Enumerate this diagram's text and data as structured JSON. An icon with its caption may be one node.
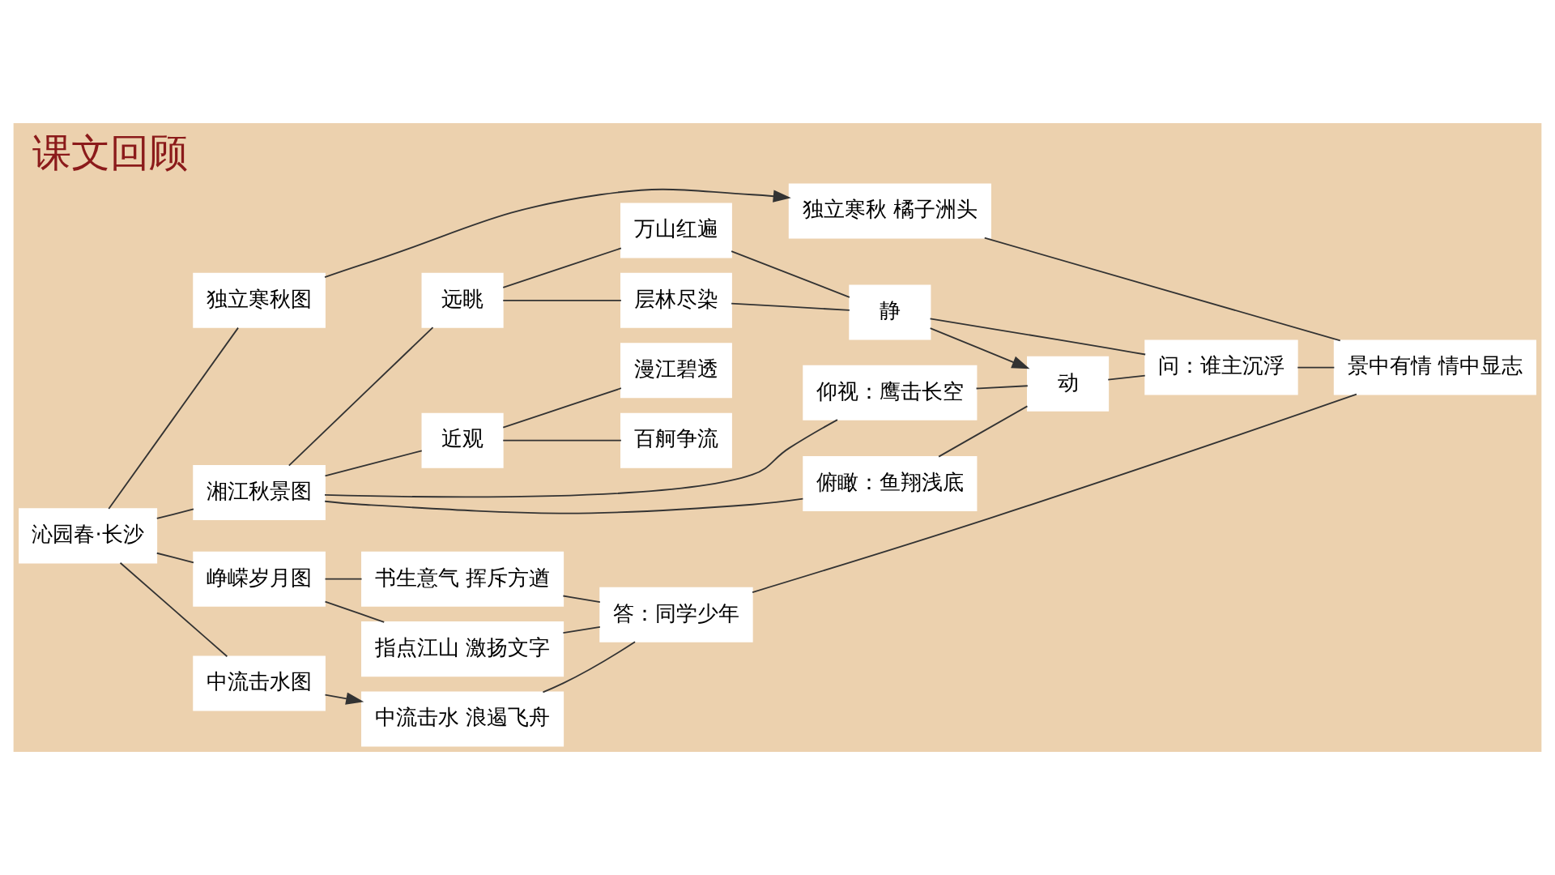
{
  "diagram": {
    "title": "课文回顾",
    "nodes": [
      {
        "text": [
          "沁园春·长沙"
        ]
      },
      {
        "text": [
          "独立寒秋图"
        ]
      },
      {
        "text": [
          "独立寒秋 橘子洲头"
        ]
      },
      {
        "text": [
          "湘江秋景图"
        ]
      },
      {
        "text": [
          "远眺"
        ]
      },
      {
        "text": [
          "万山红遍"
        ]
      },
      {
        "text": [
          "层林尽染"
        ]
      },
      {
        "text": [
          "近观"
        ]
      },
      {
        "text": [
          "漫江碧透"
        ]
      },
      {
        "text": [
          "百舸争流"
        ]
      },
      {
        "text": [
          "仰视：鹰击长空"
        ]
      },
      {
        "text": [
          "俯瞰：鱼翔浅底"
        ]
      },
      {
        "text": [
          "静"
        ]
      },
      {
        "text": [
          "动"
        ]
      },
      {
        "text": [
          "问：谁主沉浮"
        ]
      },
      {
        "text": [
          "峥嵘岁月图"
        ]
      },
      {
        "text": [
          "书生意气 挥斥方遒"
        ]
      },
      {
        "text": [
          "指点江山 激扬文字"
        ]
      },
      {
        "text": [
          "中流击水图"
        ]
      },
      {
        "text": [
          "中流击水 浪遏飞舟"
        ]
      },
      {
        "text": [
          "答：同学少年"
        ]
      },
      {
        "text": [
          "景中有情 情中显志"
        ]
      }
    ],
    "edges": [
      {
        "from": 0,
        "to": 1,
        "arrow": "none"
      },
      {
        "from": 0,
        "to": 3,
        "arrow": "none"
      },
      {
        "from": 0,
        "to": 15,
        "arrow": "none"
      },
      {
        "from": 0,
        "to": 18,
        "arrow": "none"
      },
      {
        "from": 1,
        "to": 2,
        "arrow": "to"
      },
      {
        "from": 3,
        "to": 4,
        "arrow": "none"
      },
      {
        "from": 3,
        "to": 7,
        "arrow": "none"
      },
      {
        "from": 3,
        "to": 10,
        "arrow": "none"
      },
      {
        "from": 3,
        "to": 11,
        "arrow": "none"
      },
      {
        "from": 4,
        "to": 5,
        "arrow": "none"
      },
      {
        "from": 4,
        "to": 6,
        "arrow": "none"
      },
      {
        "from": 7,
        "to": 8,
        "arrow": "none"
      },
      {
        "from": 7,
        "to": 9,
        "arrow": "none"
      },
      {
        "from": 5,
        "to": 12,
        "arrow": "none"
      },
      {
        "from": 6,
        "to": 12,
        "arrow": "none"
      },
      {
        "from": 10,
        "to": 13,
        "arrow": "none"
      },
      {
        "from": 11,
        "to": 13,
        "arrow": "none"
      },
      {
        "from": 12,
        "to": 13,
        "arrow": "to"
      },
      {
        "from": 12,
        "to": 14,
        "arrow": "none"
      },
      {
        "from": 13,
        "to": 14,
        "arrow": "none"
      },
      {
        "from": 15,
        "to": 16,
        "arrow": "none"
      },
      {
        "from": 15,
        "to": 17,
        "arrow": "none"
      },
      {
        "from": 18,
        "to": 19,
        "arrow": "to"
      },
      {
        "from": 16,
        "to": 20,
        "arrow": "none"
      },
      {
        "from": 17,
        "to": 20,
        "arrow": "none"
      },
      {
        "from": 19,
        "to": 20,
        "arrow": "none"
      },
      {
        "from": 2,
        "to": 21,
        "arrow": "none"
      },
      {
        "from": 14,
        "to": 21,
        "arrow": "none"
      },
      {
        "from": 20,
        "to": 21,
        "arrow": "none"
      }
    ]
  }
}
